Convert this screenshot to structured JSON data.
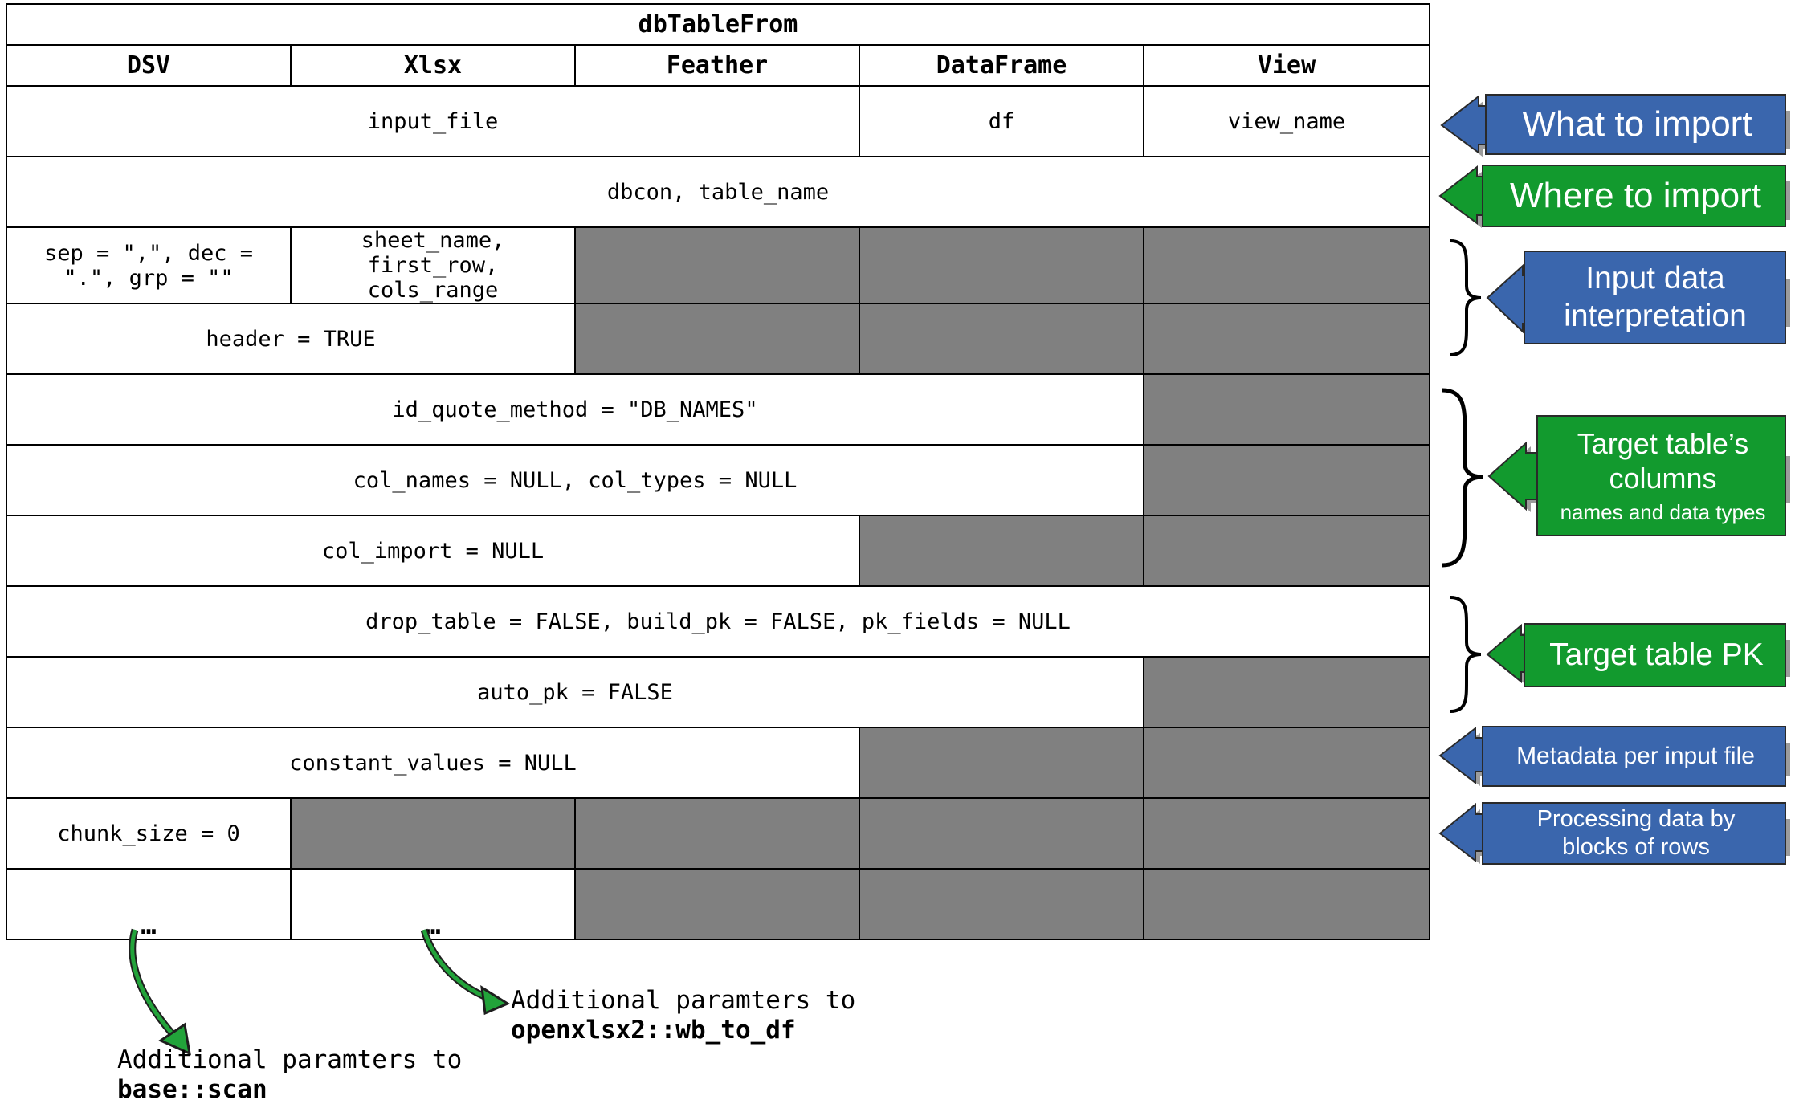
{
  "table": {
    "title": "dbTableFrom",
    "columns": [
      "DSV",
      "Xlsx",
      "Feather",
      "DataFrame",
      "View"
    ],
    "rows": [
      {
        "cells": [
          {
            "text": "input_file",
            "span": 3
          },
          {
            "text": "df",
            "span": 1
          },
          {
            "text": "view_name",
            "span": 1
          }
        ]
      },
      {
        "cells": [
          {
            "text": "dbcon, table_name",
            "span": 5
          }
        ]
      },
      {
        "cells": [
          {
            "text": "sep = \",\", dec = \".\", grp = \"\"",
            "span": 1
          },
          {
            "text": "sheet_name, first_row, cols_range",
            "span": 1
          },
          {
            "na": true
          },
          {
            "na": true
          },
          {
            "na": true
          }
        ]
      },
      {
        "cells": [
          {
            "text": "header = TRUE",
            "span": 2
          },
          {
            "na": true
          },
          {
            "na": true
          },
          {
            "na": true
          }
        ]
      },
      {
        "cells": [
          {
            "text": "id_quote_method = \"DB_NAMES\"",
            "span": 4
          },
          {
            "na": true
          }
        ]
      },
      {
        "cells": [
          {
            "text": "col_names = NULL, col_types = NULL",
            "span": 4
          },
          {
            "na": true
          }
        ]
      },
      {
        "cells": [
          {
            "text": "col_import = NULL",
            "span": 3
          },
          {
            "na": true
          },
          {
            "na": true
          }
        ]
      },
      {
        "cells": [
          {
            "text": "drop_table = FALSE, build_pk = FALSE, pk_fields = NULL",
            "span": 5
          }
        ]
      },
      {
        "cells": [
          {
            "text": "auto_pk = FALSE",
            "span": 4
          },
          {
            "na": true
          }
        ]
      },
      {
        "cells": [
          {
            "text": "constant_values = NULL",
            "span": 3
          },
          {
            "na": true
          },
          {
            "na": true
          }
        ]
      },
      {
        "cells": [
          {
            "text": "chunk_size = 0",
            "span": 1
          },
          {
            "na": true
          },
          {
            "na": true
          },
          {
            "na": true
          },
          {
            "na": true
          }
        ]
      },
      {
        "cells": [
          {
            "text": "…",
            "span": 1,
            "ellipsis": true
          },
          {
            "text": "…",
            "span": 1,
            "ellipsis": true
          },
          {
            "na": true
          },
          {
            "na": true
          },
          {
            "na": true
          }
        ]
      }
    ]
  },
  "callouts": {
    "what_to_import": "What to import",
    "where_to_import": "Where to import",
    "input_data_interpretation": "Input data interpretation",
    "target_columns_title": "Target table’s columns",
    "target_columns_sub": "names and data types",
    "target_table_pk": "Target table PK",
    "metadata_per_input_file": "Metadata per input file",
    "processing_by_blocks": "Processing data by blocks of rows"
  },
  "notes": {
    "dsv_prefix": "Additional paramters to",
    "dsv_function": "base::scan",
    "xlsx_prefix": "Additional paramters to",
    "xlsx_function": "openxlsx2::wb_to_df"
  },
  "colors": {
    "blue": "#3a66ad",
    "green": "#129a2e",
    "unavailable": "#808080"
  }
}
